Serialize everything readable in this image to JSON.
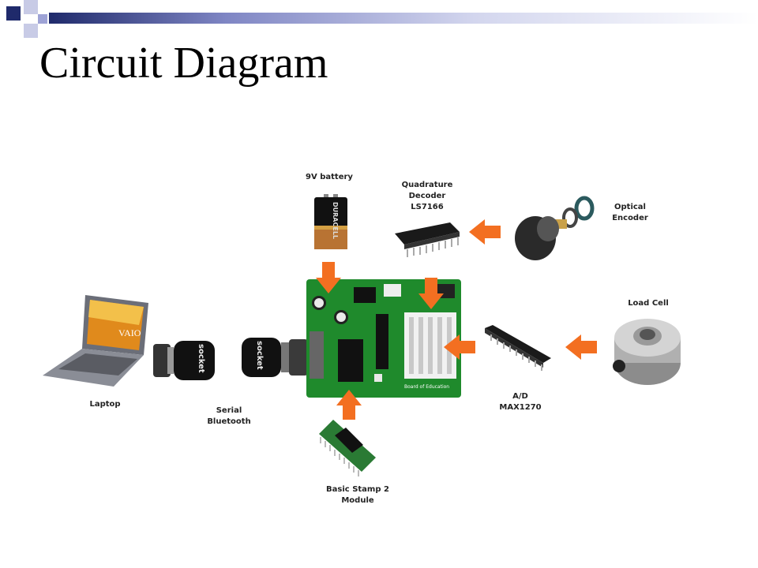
{
  "slide": {
    "title": "Circuit Diagram"
  },
  "labels": {
    "battery": "9V battery",
    "battery_brand": "DURACELL",
    "decoder": "Quadrature\nDecoder\nLS7166",
    "optical_encoder": "Optical\nEncoder",
    "load_cell": "Load Cell",
    "laptop": "Laptop",
    "laptop_brand": "VAIO",
    "serial_bluetooth": "Serial\nBluetooth",
    "adapter_brand": "socket",
    "ad_converter": "A/D\nMAX1270",
    "stamp": "Basic Stamp 2\nModule",
    "board_text": "Board of Education"
  },
  "colors": {
    "arrow": "#f36f21",
    "board": "#1f8a2c",
    "header_bar": "#1f2a6b"
  }
}
